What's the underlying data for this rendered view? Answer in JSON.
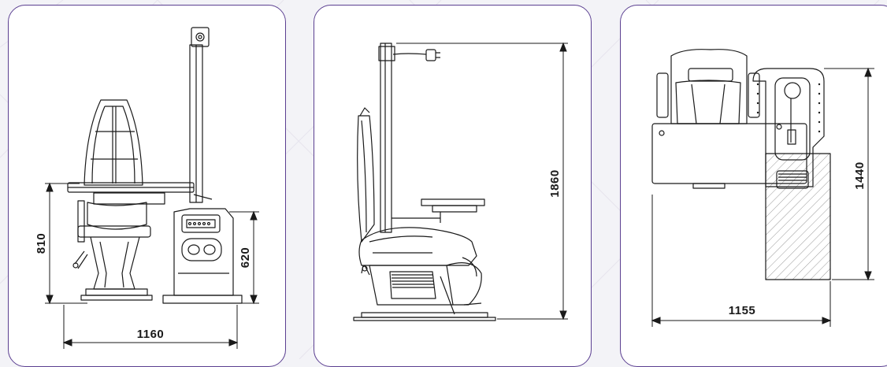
{
  "panels": [
    {
      "view": "front",
      "dimensions": {
        "width": "1160",
        "height_table": "810",
        "height_unit": "620"
      }
    },
    {
      "view": "side",
      "dimensions": {
        "height_total": "1860"
      }
    },
    {
      "view": "top",
      "dimensions": {
        "width": "1155",
        "depth": "1440"
      }
    }
  ],
  "colors": {
    "border": "#5b3f91",
    "background": "#f3f3f7",
    "line": "#1a1a1a",
    "hatch": "#9a9a9a"
  }
}
